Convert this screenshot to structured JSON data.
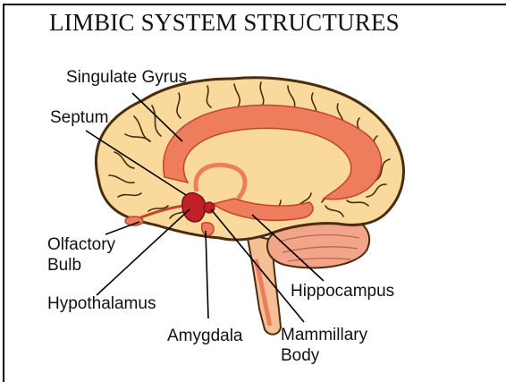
{
  "title": "LIMBIC SYSTEM STRUCTURES",
  "labels": {
    "cingulate_gyrus": "Singulate Gyrus",
    "septum": "Septum",
    "olfactory_bulb_line1": "Olfactory",
    "olfactory_bulb_line2": "Bulb",
    "hypothalamus": "Hypothalamus",
    "amygdala": "Amygdala",
    "mammillary_body_line1": "Mammillary",
    "mammillary_body_line2": "Body",
    "hippocampus": "Hippocampus"
  },
  "colors": {
    "cortex_fill": "#f9d99c",
    "cortex_outline": "#4a2c0f",
    "limbic_fill": "#ee7d5e",
    "limbic_dark": "#c0202a",
    "cerebellum_fill": "#f2a58a",
    "brainstem_fill": "#f6c096"
  }
}
